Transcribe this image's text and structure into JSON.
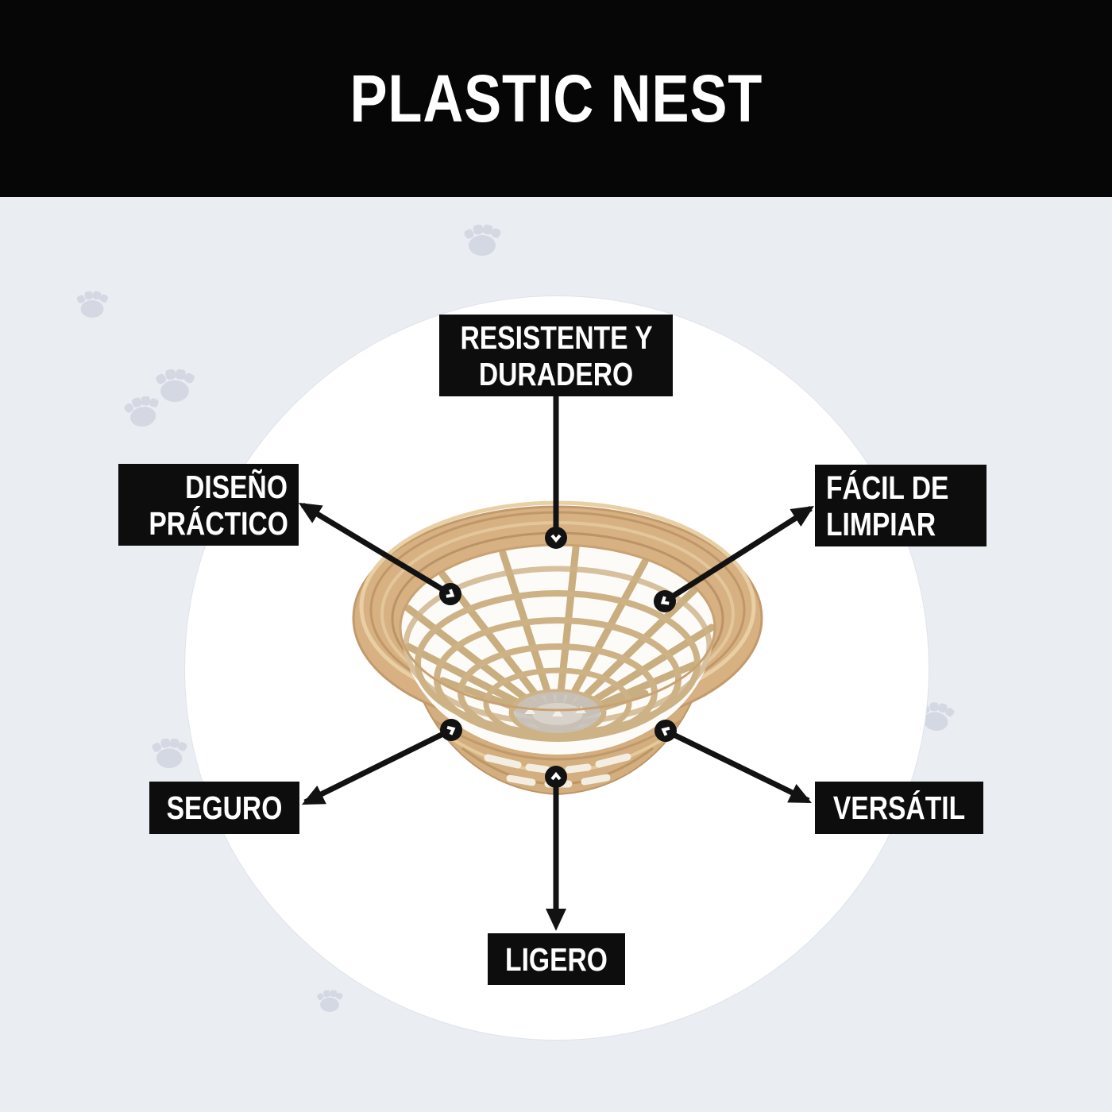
{
  "header": {
    "title": "PLASTIC NEST"
  },
  "features": [
    {
      "id": "resistente-y-duradero",
      "line1": "RESISTENTE Y",
      "line2": "DURADERO"
    },
    {
      "id": "diseno-practico",
      "line1": "DISEÑO",
      "line2": "PRÁCTICO"
    },
    {
      "id": "facil-de-limpiar",
      "line1": "FÁCIL DE",
      "line2": "LIMPIAR"
    },
    {
      "id": "seguro",
      "line1": "SEGURO"
    },
    {
      "id": "versatil",
      "line1": "VERSÁTIL"
    },
    {
      "id": "ligero",
      "line1": "LIGERO"
    }
  ],
  "colors": {
    "background": "#eaedf2",
    "panel_black": "#0d0d0d",
    "text_white": "#ffffff",
    "circle_white": "#ffffff",
    "nest_tan": "#d7b182",
    "paw_watermark": "#d4d8e2",
    "connector_black": "#121212"
  }
}
